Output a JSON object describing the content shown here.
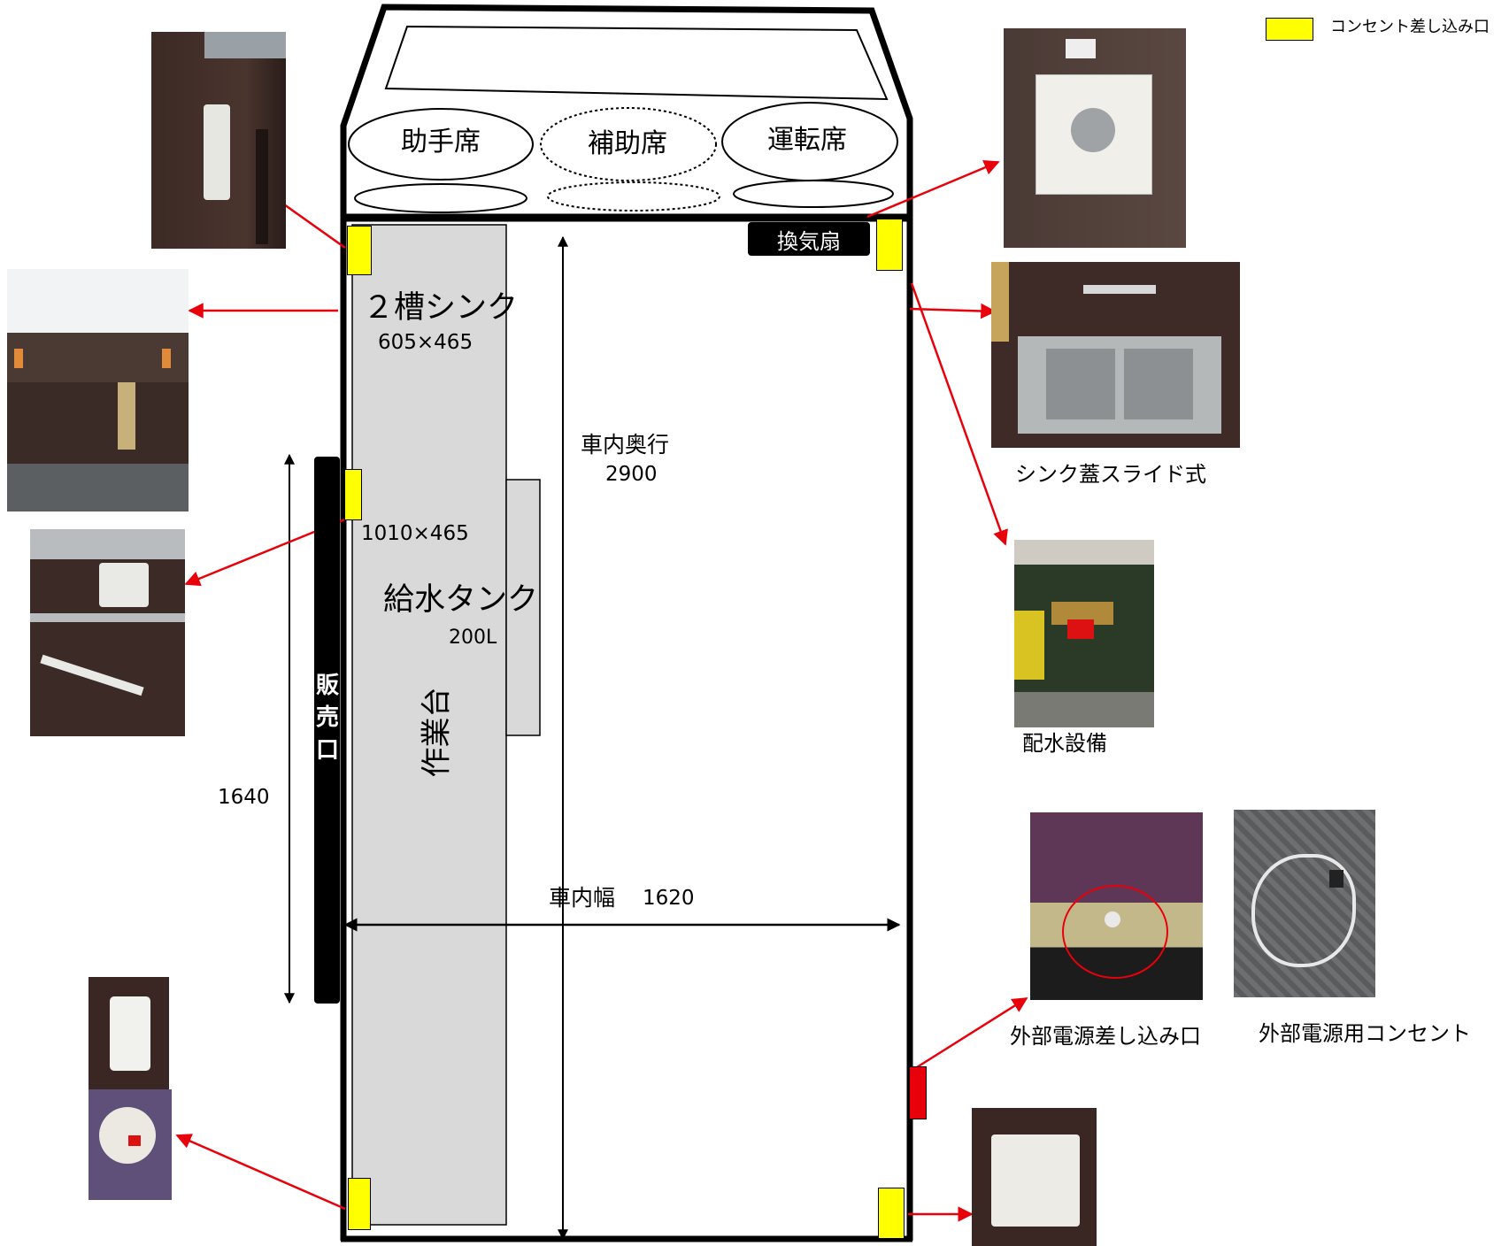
{
  "legend": {
    "label": "コンセント差し込み口",
    "color": "#ffff00"
  },
  "cab": {
    "seats": [
      "助手席",
      "補助席",
      "運転席"
    ],
    "vent_label": "換気扇"
  },
  "counters": {
    "sink_title": "２槽シンク",
    "sink_size": "605×465",
    "counter_size": "1010×465",
    "tank_title": "給水タンク",
    "tank_volume": "200L",
    "worktable": "作業台"
  },
  "sales_window": "販売口",
  "dimensions": {
    "depth_label": "車内奥行",
    "depth_value": "2900",
    "width_label": "車内幅",
    "width_value": "1620",
    "window_length": "1640"
  },
  "photo_captions": {
    "sink_cover": "シンク蓋スライド式",
    "water_equipment": "配水設備",
    "external_inlet": "外部電源差し込み口",
    "external_cord": "外部電源用コンセント"
  },
  "icons": {
    "arrow": "red-arrow",
    "outlet": "yellow-outlet-marker",
    "external_marker": "red-inlet-marker"
  },
  "colors": {
    "arrow": "#e8000b",
    "outlet": "#ffff00",
    "counter_fill": "#d9d9d9",
    "wall": "#000000"
  }
}
